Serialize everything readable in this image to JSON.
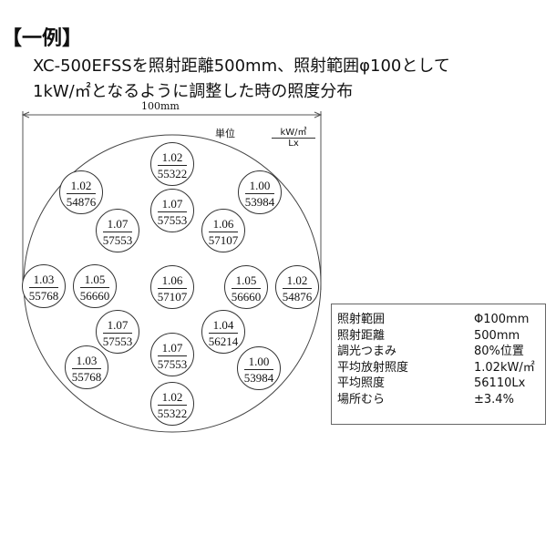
{
  "title": "【一例】",
  "subtitle_line1": "XC-500EFSSを照射距離500mm、照射範囲φ100として",
  "subtitle_line2": "1kW/㎡となるように調整した時の照度分布",
  "dimension_label": "100mm",
  "unit": {
    "label": "単位",
    "numerator": "kW/㎡",
    "denominator": "Lx"
  },
  "measurements": [
    {
      "kw": "1.02",
      "lx": "55322"
    },
    {
      "kw": "1.02",
      "lx": "54876"
    },
    {
      "kw": "1.00",
      "lx": "53984"
    },
    {
      "kw": "1.07",
      "lx": "57553"
    },
    {
      "kw": "1.07",
      "lx": "57553"
    },
    {
      "kw": "1.06",
      "lx": "57107"
    },
    {
      "kw": "1.03",
      "lx": "55768"
    },
    {
      "kw": "1.05",
      "lx": "56660"
    },
    {
      "kw": "1.06",
      "lx": "57107"
    },
    {
      "kw": "1.05",
      "lx": "56660"
    },
    {
      "kw": "1.02",
      "lx": "54876"
    },
    {
      "kw": "1.07",
      "lx": "57553"
    },
    {
      "kw": "1.04",
      "lx": "56214"
    },
    {
      "kw": "1.03",
      "lx": "55768"
    },
    {
      "kw": "1.07",
      "lx": "57553"
    },
    {
      "kw": "1.00",
      "lx": "53984"
    },
    {
      "kw": "1.02",
      "lx": "55322"
    }
  ],
  "summary": [
    {
      "label": "照射範囲",
      "value": "Φ100mm"
    },
    {
      "label": "照射距離",
      "value": "500mm"
    },
    {
      "label": "調光つまみ",
      "value": "80%位置"
    },
    {
      "label": "平均放射照度",
      "value": "1.02kW/㎡"
    },
    {
      "label": "平均照度",
      "value": "56110Lx"
    },
    {
      "label": "場所むら",
      "value": "±3.4%"
    }
  ]
}
